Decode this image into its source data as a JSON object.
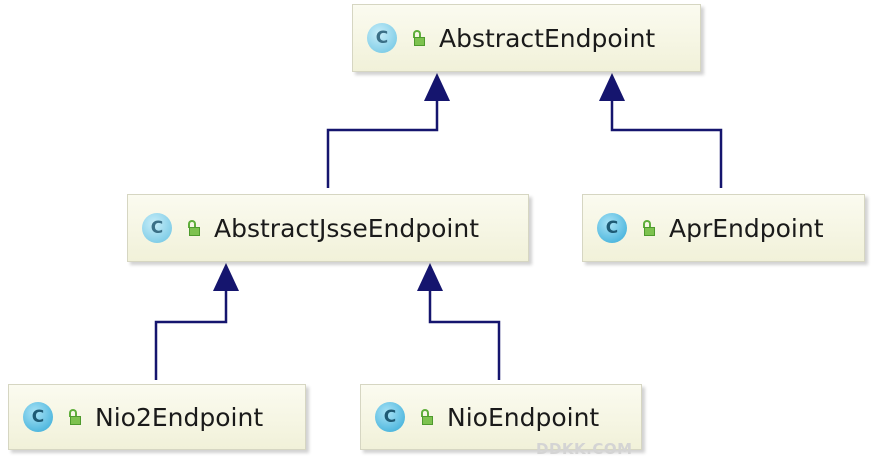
{
  "diagram": {
    "nodes": [
      {
        "id": "abstract-endpoint",
        "label": "AbstractEndpoint",
        "icon": "abstract-class-icon",
        "visibility_icon": "public-lock-icon"
      },
      {
        "id": "abstract-jsse-endpoint",
        "label": "AbstractJsseEndpoint",
        "icon": "abstract-class-icon",
        "visibility_icon": "public-lock-icon"
      },
      {
        "id": "apr-endpoint",
        "label": "AprEndpoint",
        "icon": "class-icon",
        "visibility_icon": "public-lock-icon"
      },
      {
        "id": "nio2-endpoint",
        "label": "Nio2Endpoint",
        "icon": "class-icon",
        "visibility_icon": "public-lock-icon"
      },
      {
        "id": "nio-endpoint",
        "label": "NioEndpoint",
        "icon": "class-icon",
        "visibility_icon": "public-lock-icon"
      }
    ],
    "edges": [
      {
        "from": "abstract-jsse-endpoint",
        "to": "abstract-endpoint",
        "type": "extends"
      },
      {
        "from": "apr-endpoint",
        "to": "abstract-endpoint",
        "type": "extends"
      },
      {
        "from": "nio2-endpoint",
        "to": "abstract-jsse-endpoint",
        "type": "extends"
      },
      {
        "from": "nio-endpoint",
        "to": "abstract-jsse-endpoint",
        "type": "extends"
      }
    ],
    "icon_letter": "C",
    "colors": {
      "edge": "#15156e",
      "node_bg": "#f4f4e2",
      "class_icon": "#4fb7de",
      "lock": "#7dc24f"
    }
  },
  "watermark": "DDKK.COM"
}
